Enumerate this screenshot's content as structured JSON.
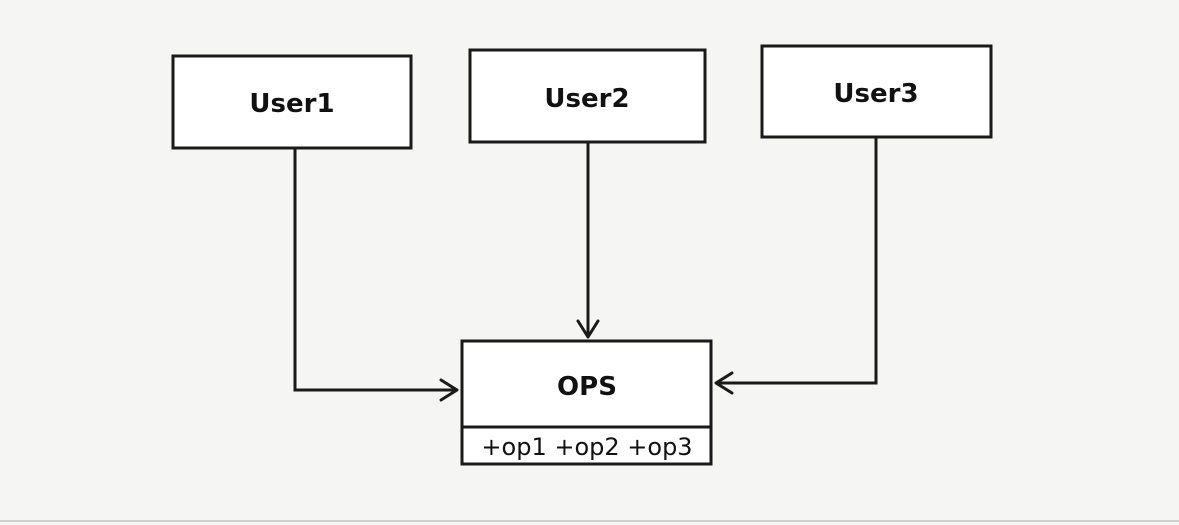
{
  "users": [
    {
      "name": "User1"
    },
    {
      "name": "User2"
    },
    {
      "name": "User3"
    }
  ],
  "ops": {
    "title": "OPS",
    "methods": "+op1 +op2 +op3"
  }
}
